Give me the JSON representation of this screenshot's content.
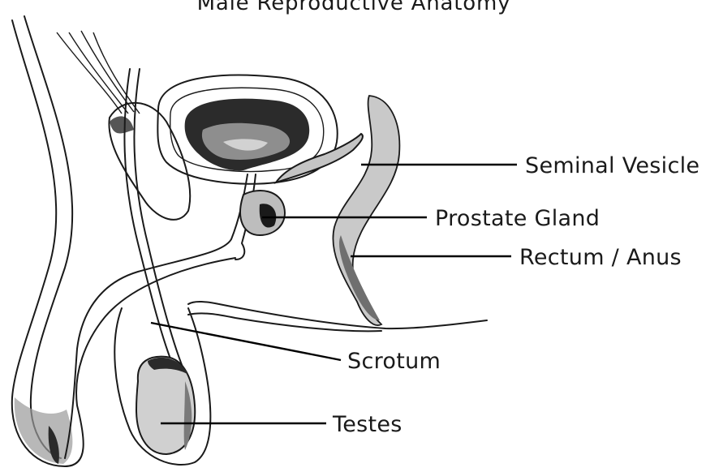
{
  "diagram": {
    "title": "Male Reproductive Anatomy",
    "labels": {
      "seminal_vesicle": "Seminal Vesicle",
      "prostate_gland": "Prostate Gland",
      "rectum_anus": "Rectum / Anus",
      "scrotum": "Scrotum",
      "testes": "Testes"
    }
  }
}
